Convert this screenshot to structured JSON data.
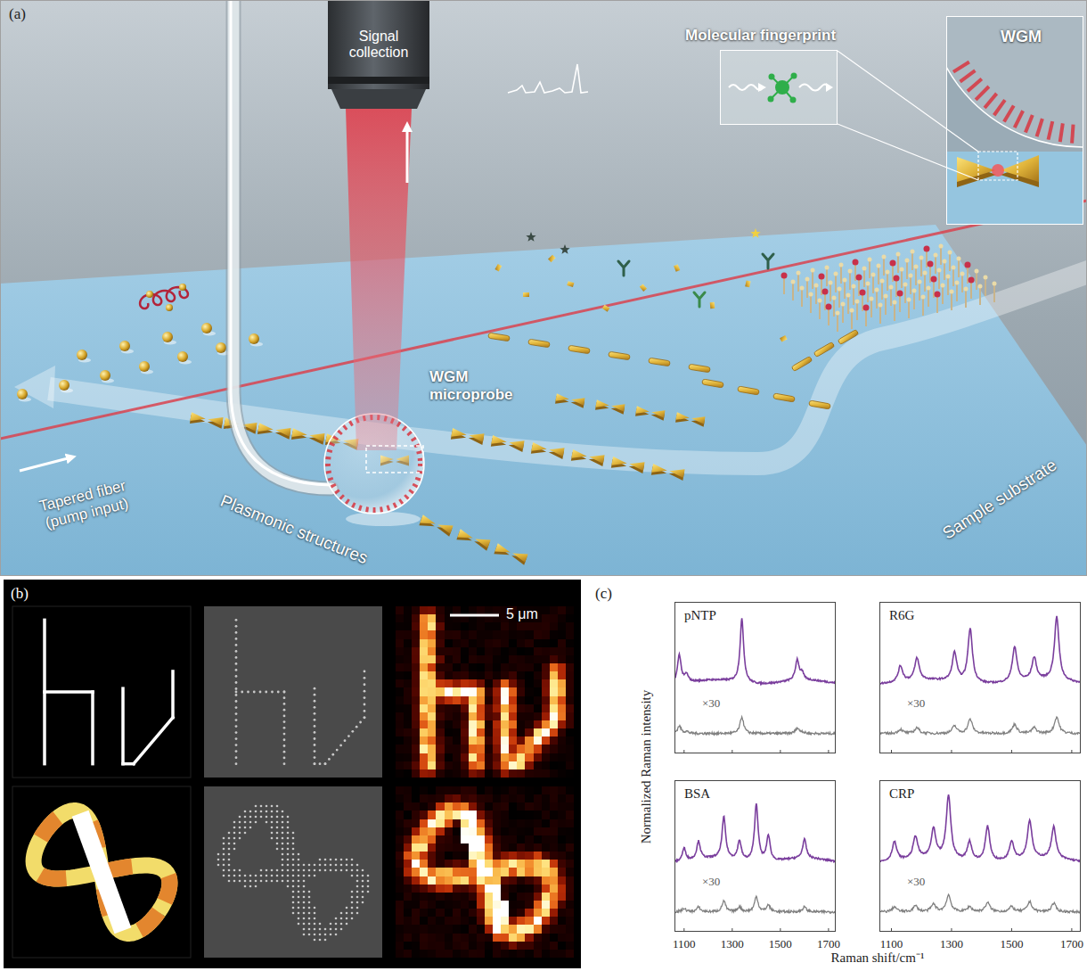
{
  "diagram": {
    "nodes": [
      {
        "text": [
          "Molecular fingerprint"
        ]
      },
      {
        "text": [
          "WGM"
        ]
      },
      {
        "text": [
          "pNTP",
          "×30"
        ]
      },
      {
        "text": [
          "R6G",
          "×30"
        ]
      },
      {
        "text": [
          "BSA",
          "×30"
        ]
      },
      {
        "text": [
          "CRP",
          "×30"
        ]
      }
    ],
    "labels": [
      "(a)",
      "Signal collection",
      "WGM microprobe",
      "Tapered fiber (pump input)",
      "Plasmonic structures",
      "Sample substrate",
      "(b)",
      "5 μm",
      "(c)",
      "Normalized Raman intensity",
      "1100",
      "1300",
      "1500",
      "1700",
      "1100",
      "1300",
      "1500",
      "1700",
      "Raman shift/cm⁻¹"
    ]
  }
}
